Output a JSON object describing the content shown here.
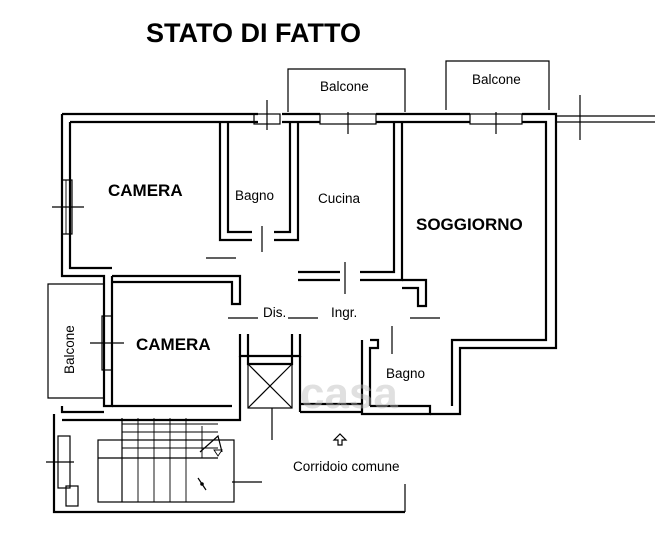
{
  "title": "STATO DI FATTO",
  "rooms": {
    "camera_top": "CAMERA",
    "camera_bottom": "CAMERA",
    "soggiorno": "SOGGIORNO",
    "bagno_top": "Bagno",
    "bagno_bottom": "Bagno",
    "cucina": "Cucina",
    "dis": "Dis.",
    "ingr": "Ingr.",
    "balcone_1": "Balcone",
    "balcone_2": "Balcone",
    "balcone_left": "Balcone",
    "corridoio": "Corridoio comune"
  },
  "watermark": "casa"
}
